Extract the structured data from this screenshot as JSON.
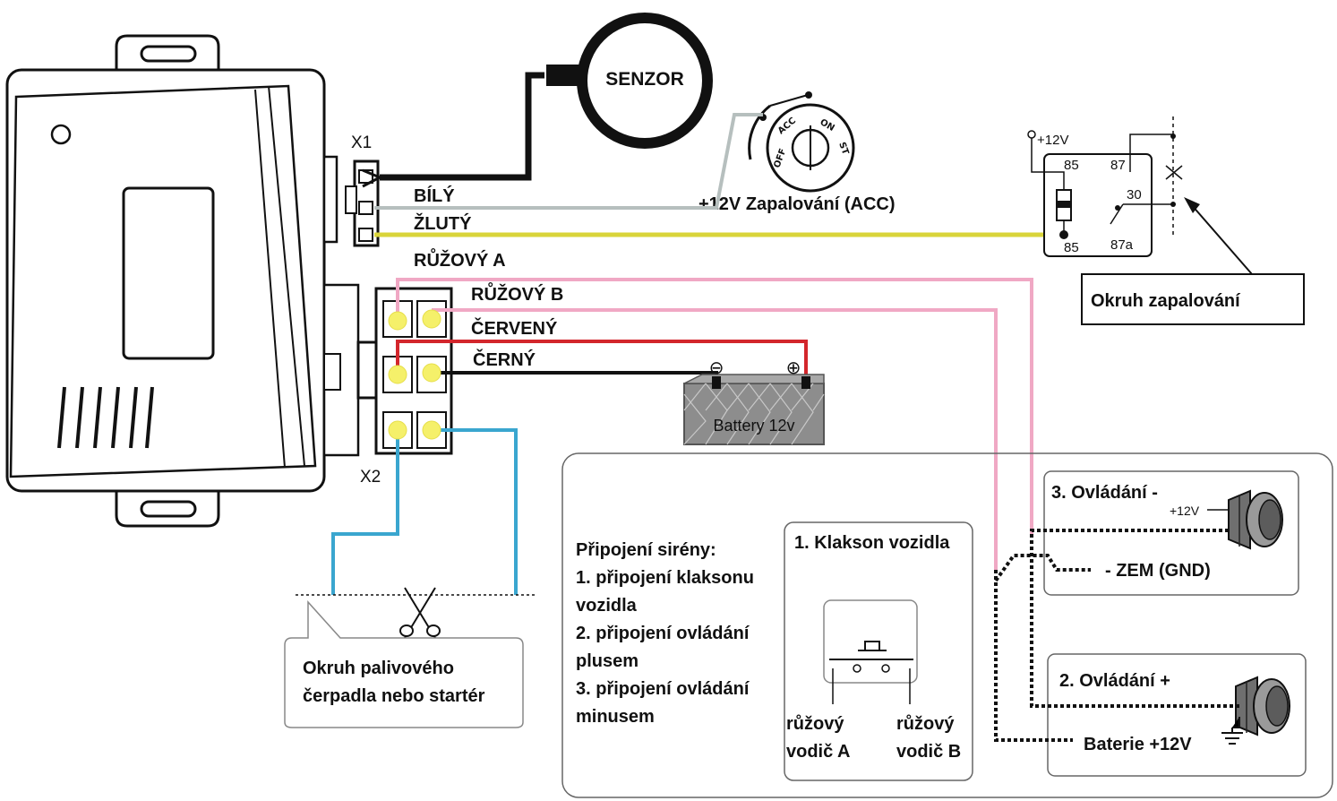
{
  "colors": {
    "wire_white": "#b6bfbe",
    "wire_yellow": "#d9d43a",
    "wire_pink": "#f0a8c4",
    "wire_red": "#d3262c",
    "wire_black": "#111111",
    "wire_blue": "#3aa6cf",
    "pin_fill": "#f5f06a"
  },
  "connectors": {
    "x1": "X1",
    "x2": "X2"
  },
  "sensor": {
    "label": "SENZOR"
  },
  "wires": {
    "white": "BÍLÝ",
    "yellow": "ŽLUTÝ",
    "pink_a": "RŮŽOVÝ A",
    "pink_b": "RŮŽOVÝ B",
    "red": "ČERVENÝ",
    "black": "ČERNÝ"
  },
  "ignition": {
    "label": "+12V Zapalování (ACC)",
    "positions": [
      "OFF",
      "ACC",
      "ON",
      "ST"
    ]
  },
  "relay": {
    "supply": "+12V",
    "pins": [
      "85",
      "87",
      "30",
      "85",
      "87a"
    ]
  },
  "ignition_circuit": {
    "label": "Okruh zapalování"
  },
  "battery": {
    "label": "Battery 12v",
    "minus": "⊖",
    "plus": "⊕"
  },
  "fuel_pump": {
    "line1": "Okruh palivového",
    "line2": "čerpadla nebo startér"
  },
  "siren": {
    "title": "Připojení sirény:",
    "lines": [
      "1. připojení klaksonu",
      "vozidla",
      "2. připojení ovládání",
      "plusem",
      "3. připojení ovládání",
      "minusem"
    ]
  },
  "horn": {
    "title": "1. Klakson vozidla",
    "wire_a_line1": "růžový",
    "wire_a_line2": "vodič  A",
    "wire_b_line1": "růžový",
    "wire_b_line2": "vodič B"
  },
  "control_minus": {
    "title": "3. Ovládání -",
    "plus12": "+12V",
    "gnd": "- ZEM (GND)"
  },
  "control_plus": {
    "title": "2. Ovládání +",
    "battery": "Baterie +12V"
  }
}
